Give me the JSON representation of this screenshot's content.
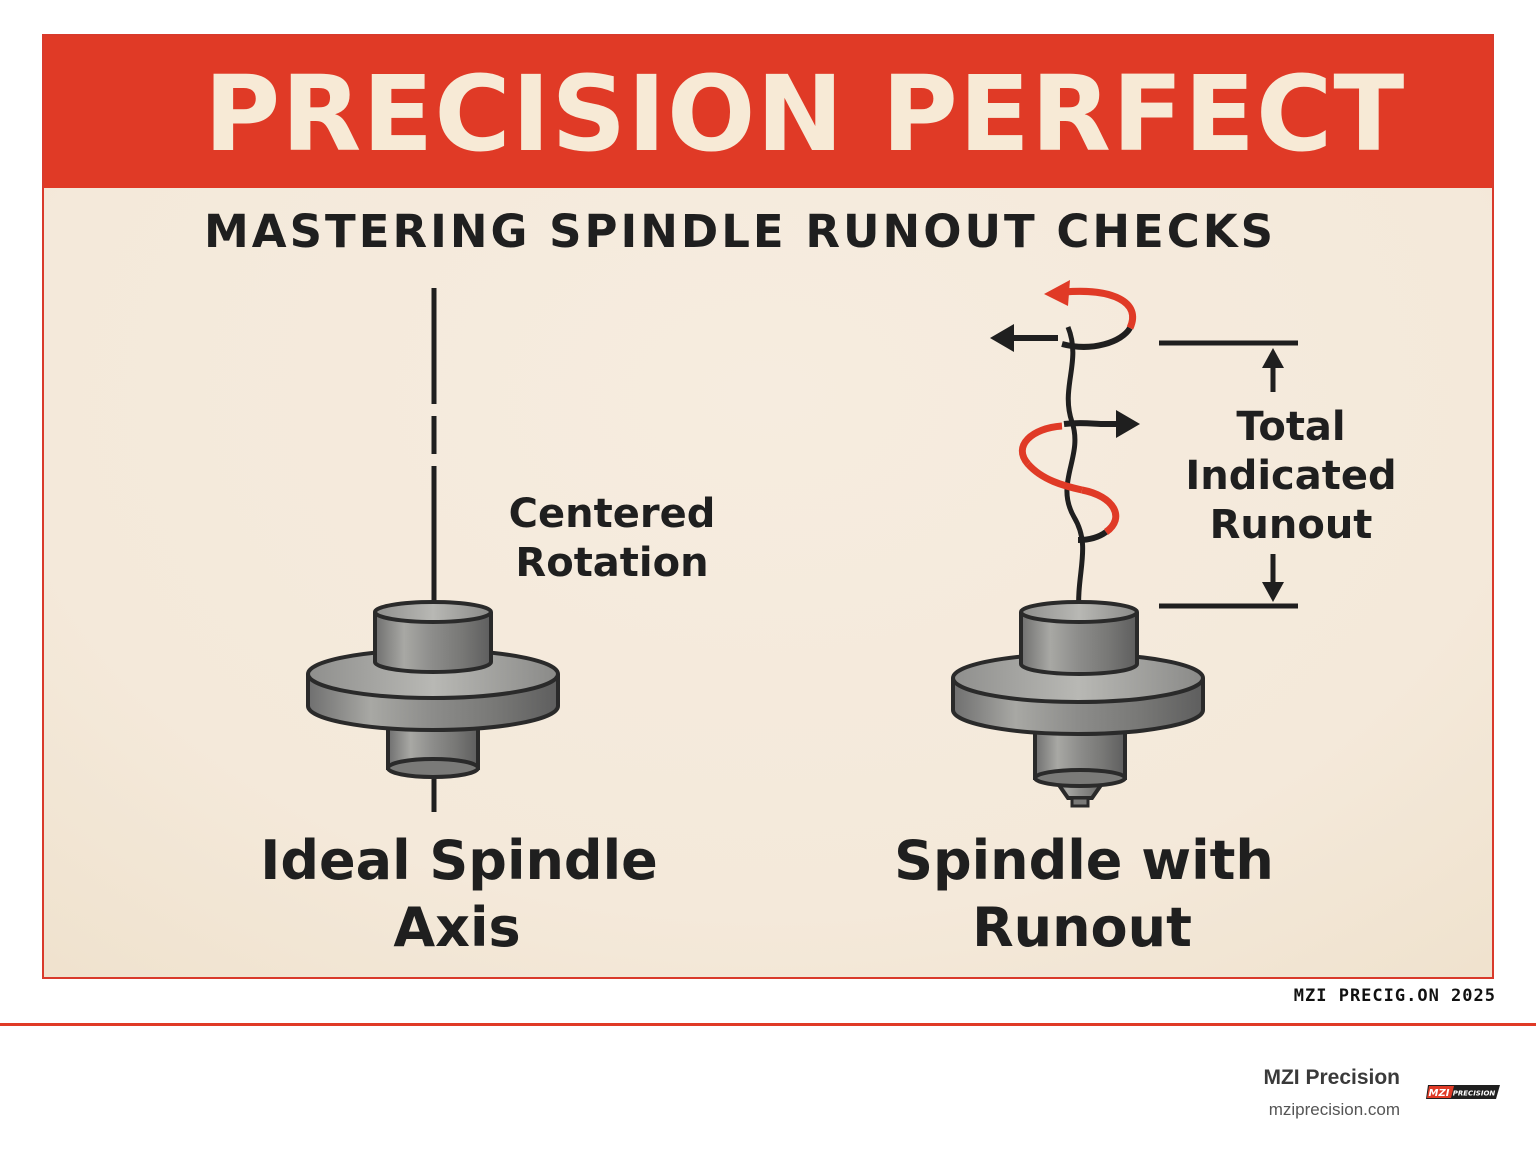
{
  "poster": {
    "title": "PRECISION PERFECT",
    "subtitle": "MASTERING SPINDLE RUNOUT CHECKS",
    "left_panel": {
      "annotation_line1": "Centered",
      "annotation_line2": "Rotation",
      "caption_line1": "Ideal Spindle",
      "caption_line2": "Axis"
    },
    "right_panel": {
      "tir_line1": "Total",
      "tir_line2": "Indicated",
      "tir_line3": "Runout",
      "caption_line1": "Spindle with",
      "caption_line2": "Runout"
    },
    "stamp": "MZI PRECIG.ON  2025"
  },
  "footer": {
    "company_name": "MZI Precision",
    "company_url": "mziprecision.com",
    "logo_text_1": "MZI",
    "logo_text_2": "PRECISION"
  },
  "colors": {
    "accent_red": "#e03a26",
    "background_cream": "#f4e9da",
    "ink": "#1f1f1f",
    "metal_gray": "#8e8e8e"
  }
}
